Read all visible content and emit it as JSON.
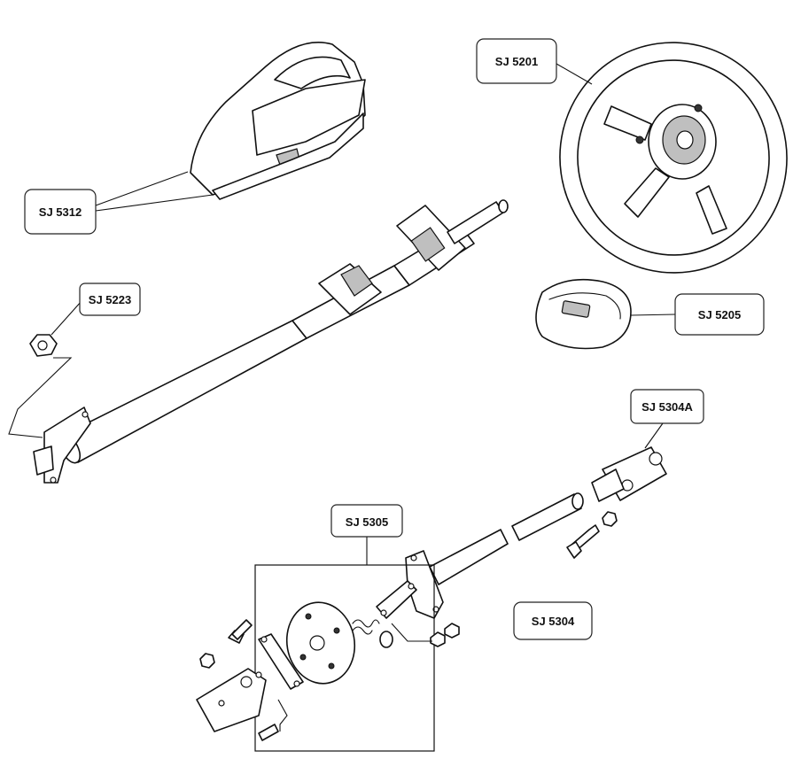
{
  "parts": [
    {
      "id": "sj5201",
      "label": "SJ 5201",
      "part": "steering-wheel"
    },
    {
      "id": "sj5312",
      "label": "SJ 5312",
      "part": "column-shroud"
    },
    {
      "id": "sj5223",
      "label": "SJ 5223",
      "part": "nut"
    },
    {
      "id": "sj5205",
      "label": "SJ 5205",
      "part": "horn-pad"
    },
    {
      "id": "sj5304a",
      "label": "SJ 5304A",
      "part": "universal-joint"
    },
    {
      "id": "sj5305",
      "label": "SJ 5305",
      "part": "flexible-coupling-kit"
    },
    {
      "id": "sj5304",
      "label": "SJ 5304",
      "part": "lower-shaft"
    }
  ],
  "colors": {
    "line": "#111111",
    "shade": "#bfbfbf",
    "background": "#ffffff"
  }
}
